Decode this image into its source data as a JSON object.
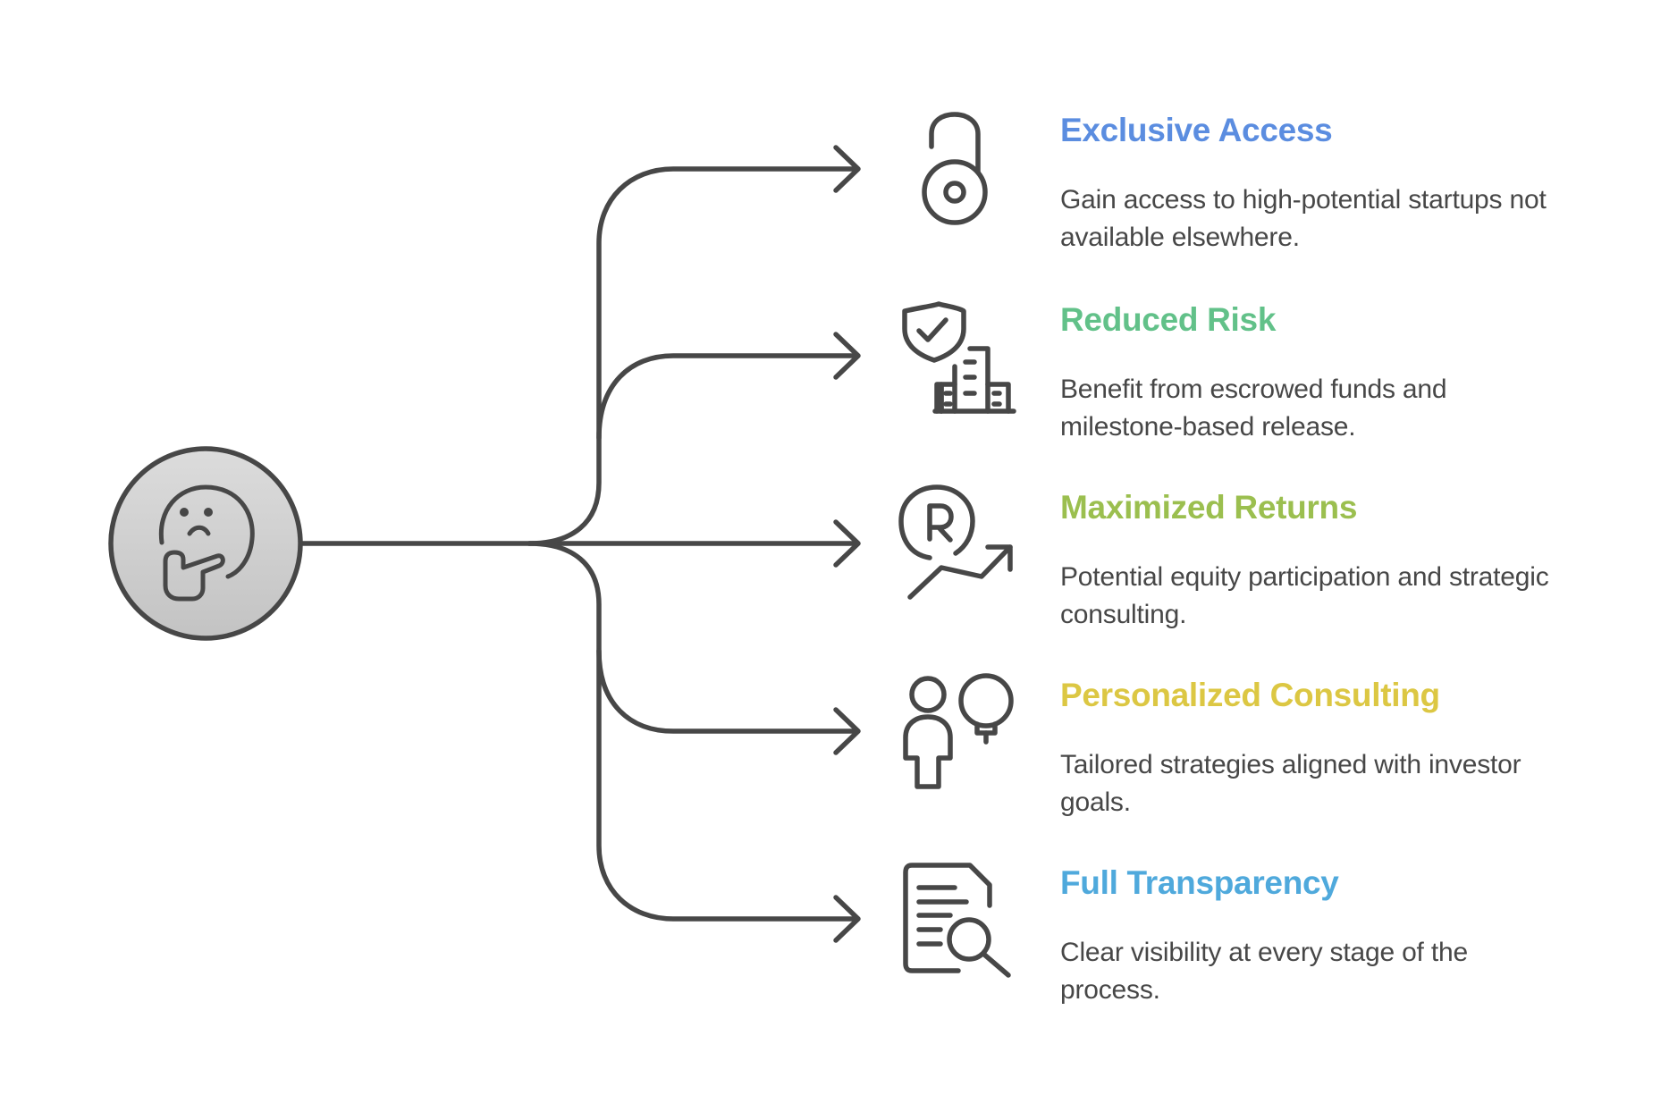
{
  "diagram": {
    "center_node": {
      "icon": "thinking-face-icon"
    },
    "stroke_color": "#474747",
    "node_fill_top": "#dcdcdc",
    "node_fill_bottom": "#c3c3c3",
    "items": [
      {
        "title": "Exclusive Access",
        "color": "#5b8de0",
        "icon": "open-lock-icon",
        "description_lines": [
          "Gain access to high-potential startups not",
          "available elsewhere."
        ]
      },
      {
        "title": "Reduced Risk",
        "color": "#62c189",
        "icon": "shield-building-icon",
        "description_lines": [
          "Benefit from escrowed funds and",
          "milestone-based release."
        ]
      },
      {
        "title": "Maximized Returns",
        "color": "#9bbf4f",
        "icon": "returns-growth-icon",
        "description_lines": [
          "Potential equity participation and strategic",
          "consulting."
        ]
      },
      {
        "title": "Personalized Consulting",
        "color": "#dcc743",
        "icon": "person-idea-icon",
        "description_lines": [
          "Tailored strategies aligned with investor",
          "goals."
        ]
      },
      {
        "title": "Full Transparency",
        "color": "#4fa9dc",
        "icon": "document-search-icon",
        "description_lines": [
          "Clear visibility at every stage of the",
          "process."
        ]
      }
    ]
  }
}
